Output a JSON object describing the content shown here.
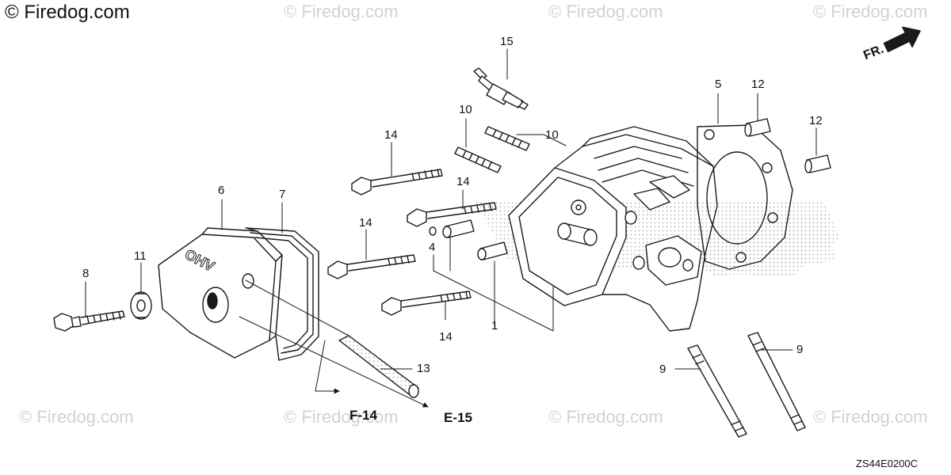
{
  "watermarks": {
    "main": "© Firedog.com",
    "faint": "© Firedog.com"
  },
  "direction_label": "FR.",
  "diagram_code": "ZS44E0200C",
  "callouts": {
    "c1": "1",
    "c4": "4",
    "c5": "5",
    "c6": "6",
    "c7": "7",
    "c8": "8",
    "c9a": "9",
    "c9b": "9",
    "c10a": "10",
    "c10b": "10",
    "c11": "11",
    "c12a": "12",
    "c12b": "12",
    "c13": "13",
    "c14a": "14",
    "c14b": "14",
    "c14c": "14",
    "c14d": "14",
    "c15": "15"
  },
  "refs": {
    "f14": "F-14",
    "e15": "E-15"
  },
  "colors": {
    "line": "#1a1a1a",
    "watermark": "#d2d2d2",
    "stipple": "#bdbdbd"
  }
}
